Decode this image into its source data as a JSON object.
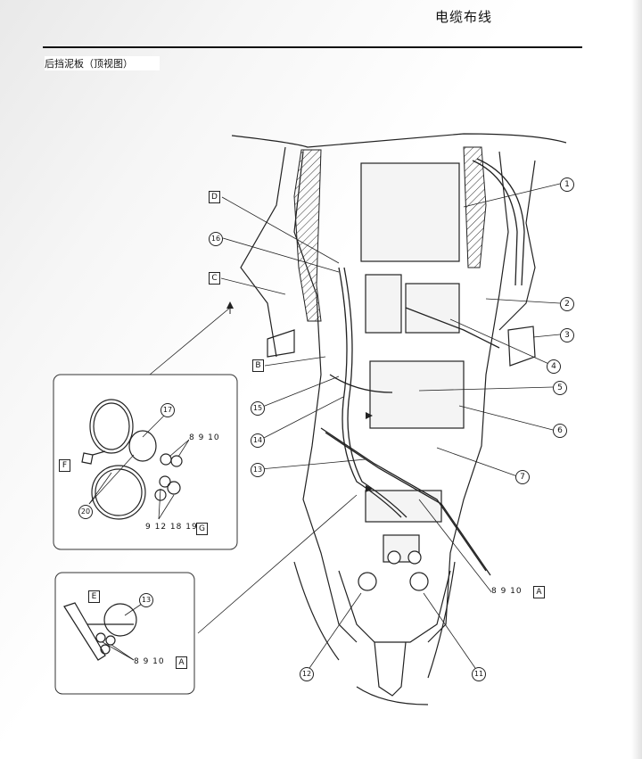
{
  "header": {
    "title": "电缆布线"
  },
  "section": {
    "title": "后挡泥板（顶视图）"
  },
  "callouts": {
    "c1": "1",
    "c2": "2",
    "c3": "3",
    "c4": "4",
    "c5": "5",
    "c6": "6",
    "c7": "7",
    "c11": "11",
    "c12": "12",
    "c13": "13",
    "c14": "14",
    "c15": "15",
    "c16": "16",
    "c17": "17",
    "c20": "20",
    "c8_9_10_a": "8 9 10",
    "c8_9_10_b": "8 9 10",
    "c8_9_10_c": "8 9 10",
    "c9_12_18_19": "9 12 18 19"
  },
  "letters": {
    "A1": "A",
    "A2": "A",
    "B": "B",
    "C": "C",
    "D": "D",
    "E": "E",
    "F": "F",
    "G": "G"
  }
}
